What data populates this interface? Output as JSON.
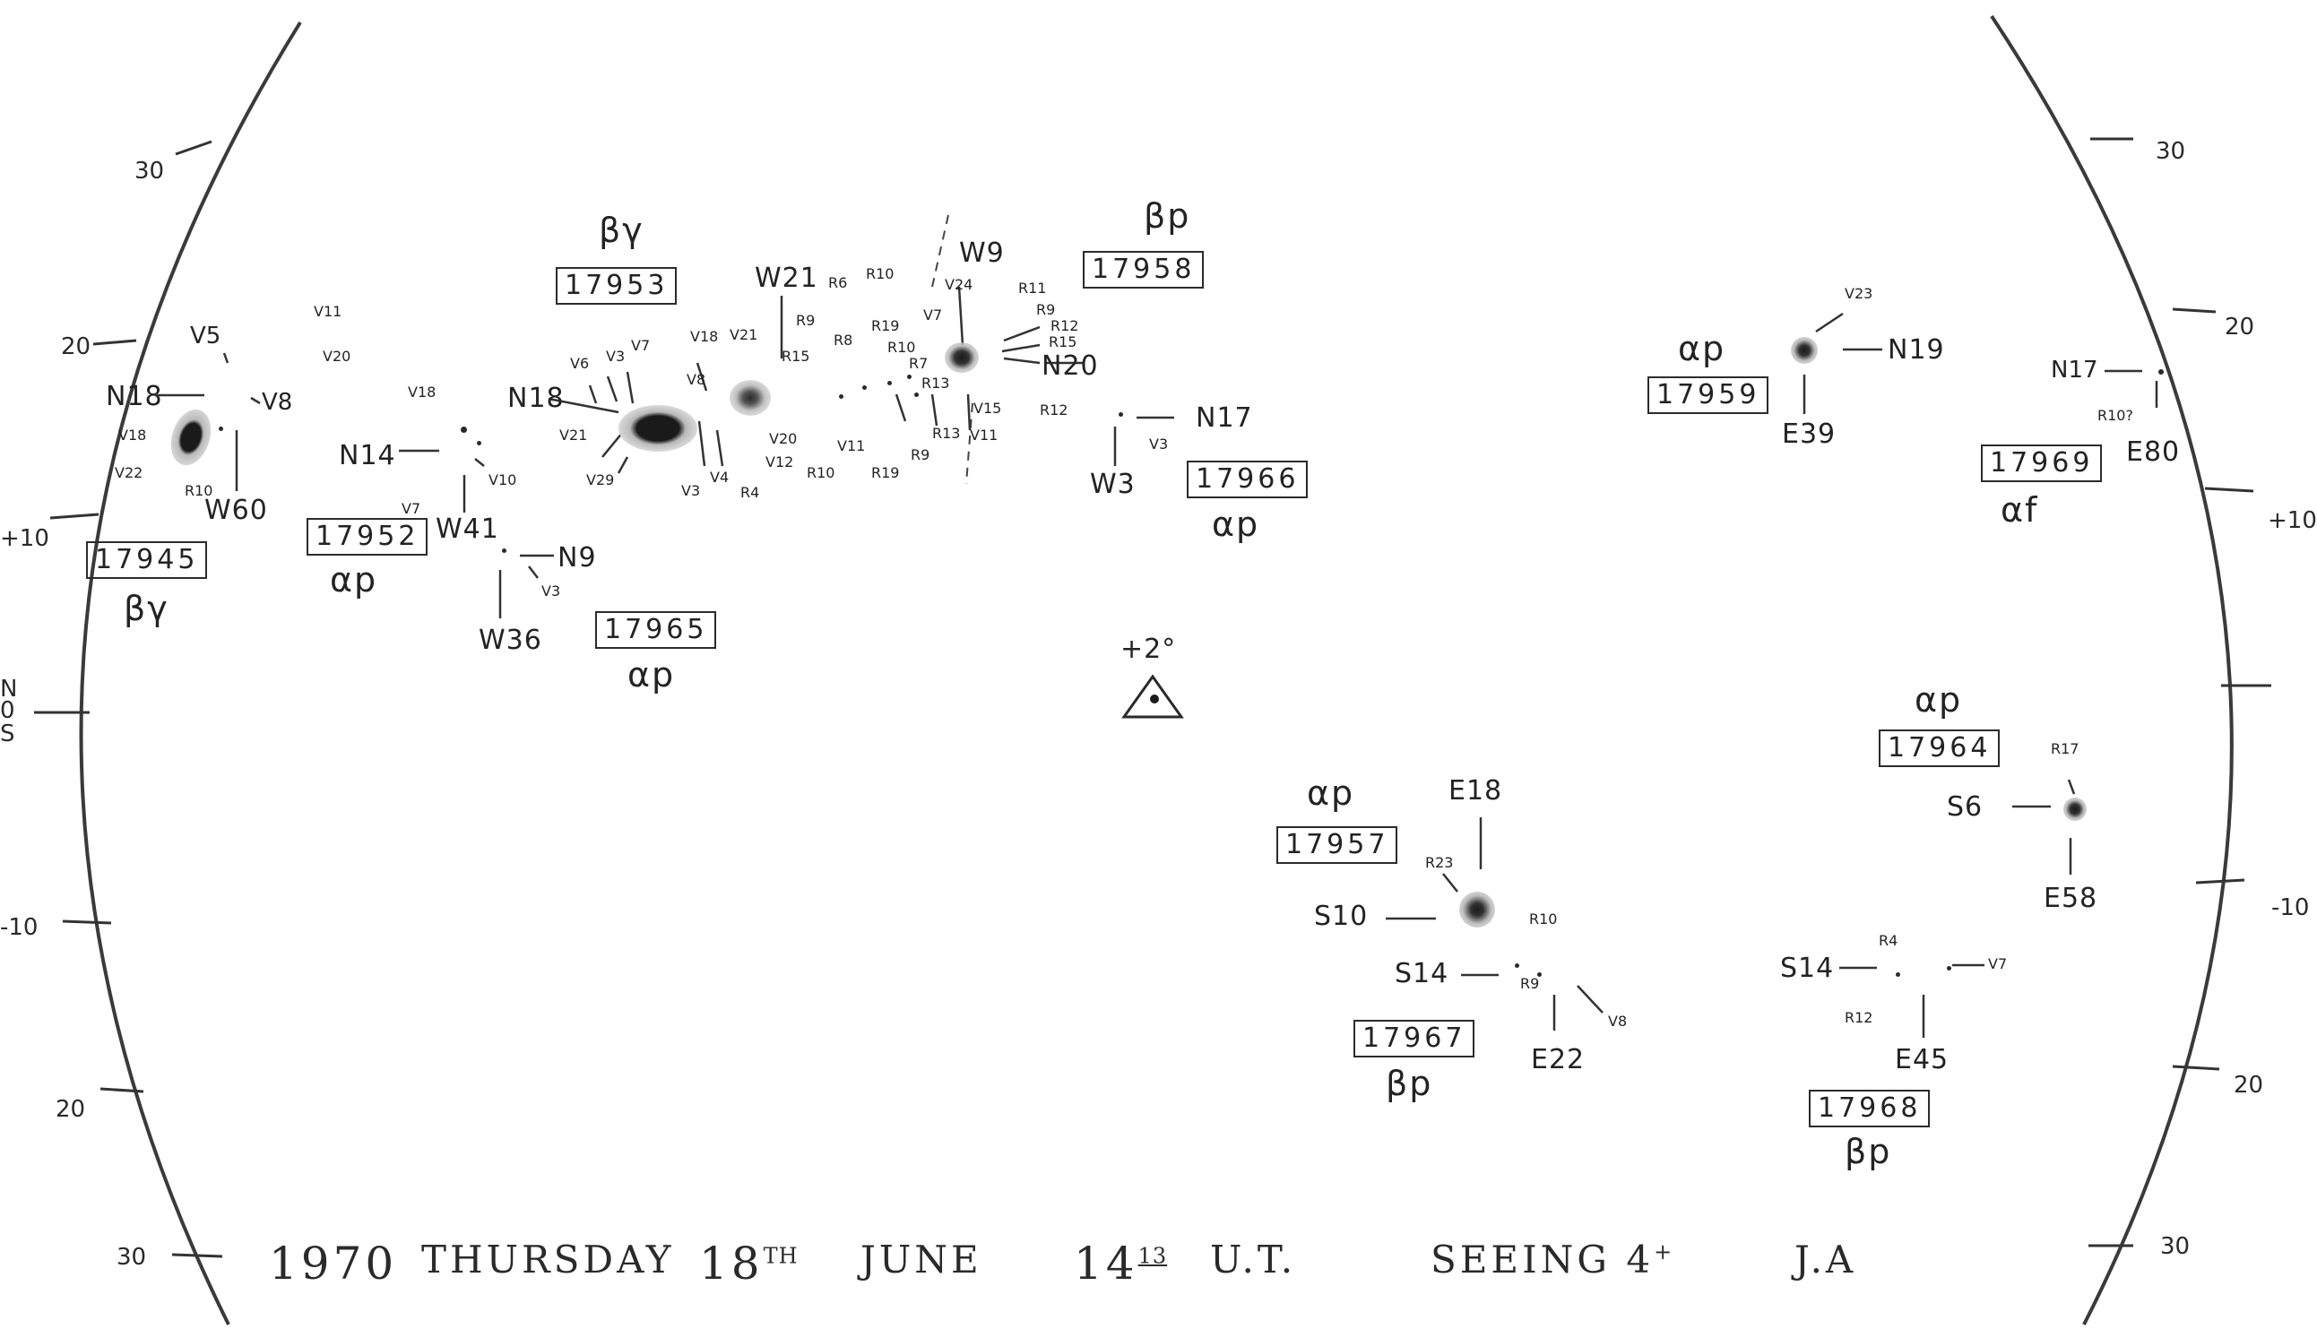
{
  "footer": {
    "year": "1970",
    "day": "THURSDAY",
    "date": "18",
    "date_suffix": "TH",
    "month": "JUNE",
    "time_hour": "14",
    "time_min": "13",
    "time_unit": "U.T.",
    "seeing": "SEEING 4",
    "seeing_mark": "+",
    "observer": "J.A"
  },
  "grid": {
    "left_ticks": [
      "30",
      "20",
      "+10",
      "0",
      "-10",
      "20",
      "30"
    ],
    "right_ticks": [
      "30",
      "20",
      "+10",
      "-10",
      "20",
      "30"
    ],
    "left_edge_letters": [
      "N",
      "0",
      "S"
    ],
    "center_marker": "+2°"
  },
  "groups": [
    {
      "number": "17945",
      "class": "βγ",
      "labels": [
        "N18",
        "W60",
        "V5",
        "V8",
        "V18",
        "V22",
        "R10"
      ]
    },
    {
      "number": "17952",
      "class": "αp",
      "labels": [
        "N14",
        "W41",
        "V18",
        "V7",
        "V10"
      ]
    },
    {
      "number": "17965",
      "class": "αp",
      "labels": [
        "N9",
        "W36",
        "V3"
      ]
    },
    {
      "number": "17953",
      "class": "βγ",
      "labels": [
        "N18",
        "V6",
        "V3",
        "V7",
        "V21",
        "V29",
        "V18",
        "V21",
        "V8",
        "V3",
        "V4",
        "R4",
        "V20",
        "V12",
        "R10"
      ]
    },
    {
      "number": "17958",
      "class": "βp",
      "labels": [
        "W21",
        "W9",
        "N20",
        "R6",
        "R10",
        "R9",
        "R15",
        "R8",
        "R19",
        "R10",
        "R7",
        "R13",
        "V7",
        "V24",
        "R11",
        "R9",
        "R12",
        "R15",
        "V15",
        "V11",
        "R12",
        "V11",
        "R19",
        "R9",
        "R13"
      ]
    },
    {
      "number": "17966",
      "class": "αp",
      "labels": [
        "N17",
        "W3",
        "V3"
      ]
    },
    {
      "number": "17959",
      "class": "αp",
      "labels": [
        "N19",
        "E39",
        "V23"
      ]
    },
    {
      "number": "17969",
      "class": "αf",
      "labels": [
        "N17",
        "E80",
        "R10?"
      ]
    },
    {
      "number": "17957",
      "class": "αp",
      "labels": [
        "S10",
        "E18",
        "R23"
      ]
    },
    {
      "number": "17967",
      "class": "βp",
      "labels": [
        "S14",
        "E22",
        "R10",
        "R9",
        "V8"
      ]
    },
    {
      "number": "17964",
      "class": "αp",
      "labels": [
        "S6",
        "E58",
        "R17"
      ]
    },
    {
      "number": "17968",
      "class": "βp",
      "labels": [
        "S14",
        "E45",
        "R4",
        "R12",
        "V7"
      ]
    }
  ],
  "colors": {
    "ink": "#232323",
    "paper": "#ffffff",
    "spot": "#1a1a1a",
    "penumbra": "#b9b9b9"
  }
}
